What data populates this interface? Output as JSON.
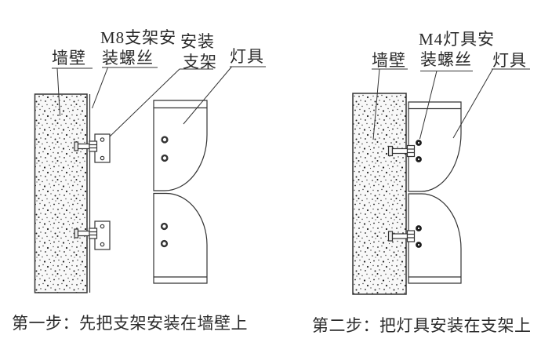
{
  "figure": {
    "background": "#ffffff",
    "line_color": "#333333",
    "text_color": "#2b2b2b",
    "step1": {
      "wall_label": "墙壁",
      "screw_label_line1": "M8支架安",
      "screw_label_line2": "装螺丝",
      "bracket_label_line1": "安装",
      "bracket_label_line2": "支架",
      "lamp_label": "灯具",
      "caption": "第一步：先把支架安装在墙壁上"
    },
    "step2": {
      "wall_label": "墙壁",
      "screw_label_line1": "M4灯具安",
      "screw_label_line2": "装螺丝",
      "lamp_label": "灯具",
      "caption": "第二步：把灯具安装在支架上"
    }
  }
}
